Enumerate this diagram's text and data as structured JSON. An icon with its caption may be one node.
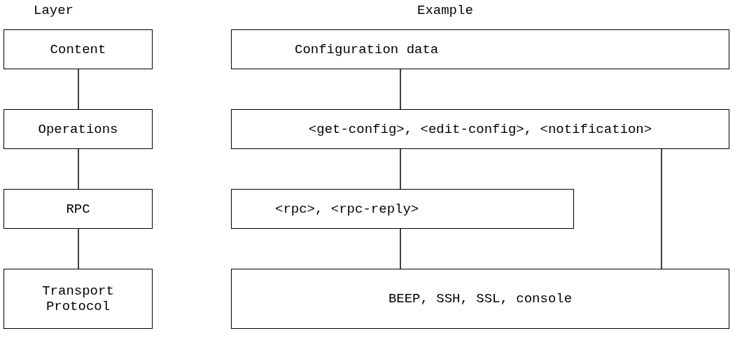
{
  "diagram": {
    "nodes": [
      {
        "text": [
          "Content"
        ]
      },
      {
        "text": [
          "Configuration data"
        ]
      },
      {
        "text": [
          "Operations"
        ]
      },
      {
        "text": [
          "<get-config>, <edit-config>, <notification>"
        ]
      },
      {
        "text": [
          "RPC"
        ]
      },
      {
        "text": [
          "<rpc>, <rpc-reply>"
        ]
      },
      {
        "text": [
          "Transport Protocol"
        ]
      },
      {
        "text": [
          "BEEP, SSH, SSL, console"
        ]
      }
    ],
    "edges": [
      {
        "from": 0,
        "to": 2,
        "arrow": "none"
      },
      {
        "from": 2,
        "to": 4,
        "arrow": "none"
      },
      {
        "from": 4,
        "to": 6,
        "arrow": "none"
      },
      {
        "from": 1,
        "to": 3,
        "arrow": "none"
      },
      {
        "from": 3,
        "to": 5,
        "arrow": "none"
      },
      {
        "from": 5,
        "to": 7,
        "arrow": "none"
      },
      {
        "from": 3,
        "to": 7,
        "arrow": "none"
      }
    ],
    "labels": [
      "Layer",
      "Example"
    ]
  }
}
